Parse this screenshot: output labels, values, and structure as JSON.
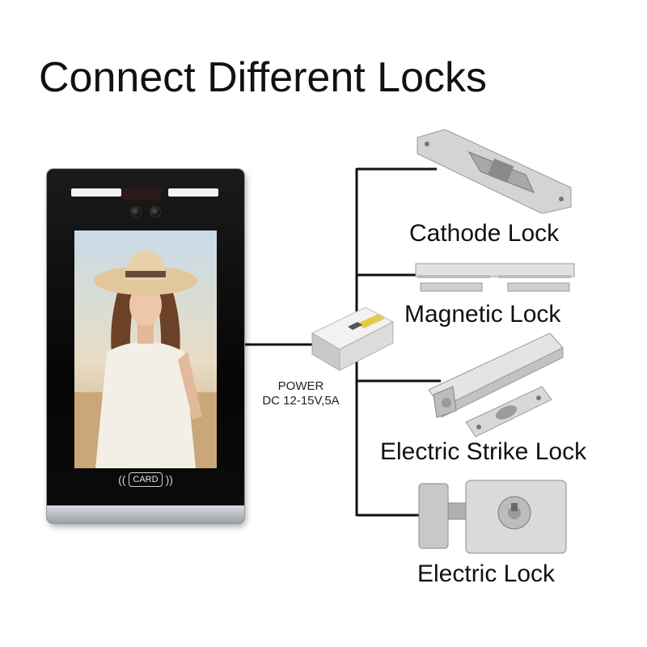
{
  "title": "Connect Different Locks",
  "terminal": {
    "card_label": "CARD",
    "device_icon": "face-recognition-terminal-icon"
  },
  "power": {
    "line1": "POWER",
    "line2": "DC 12-15V,5A"
  },
  "locks": [
    {
      "label": "Cathode Lock",
      "icon": "cathode-lock-icon"
    },
    {
      "label": "Magnetic Lock",
      "icon": "magnetic-lock-icon"
    },
    {
      "label": "Electric Strike Lock",
      "icon": "electric-strike-lock-icon"
    },
    {
      "label": "Electric Lock",
      "icon": "electric-lock-icon"
    }
  ],
  "colors": {
    "wire": "#111111",
    "metal": "#c8c8c8",
    "terminal_body": "#0a0a0a"
  }
}
